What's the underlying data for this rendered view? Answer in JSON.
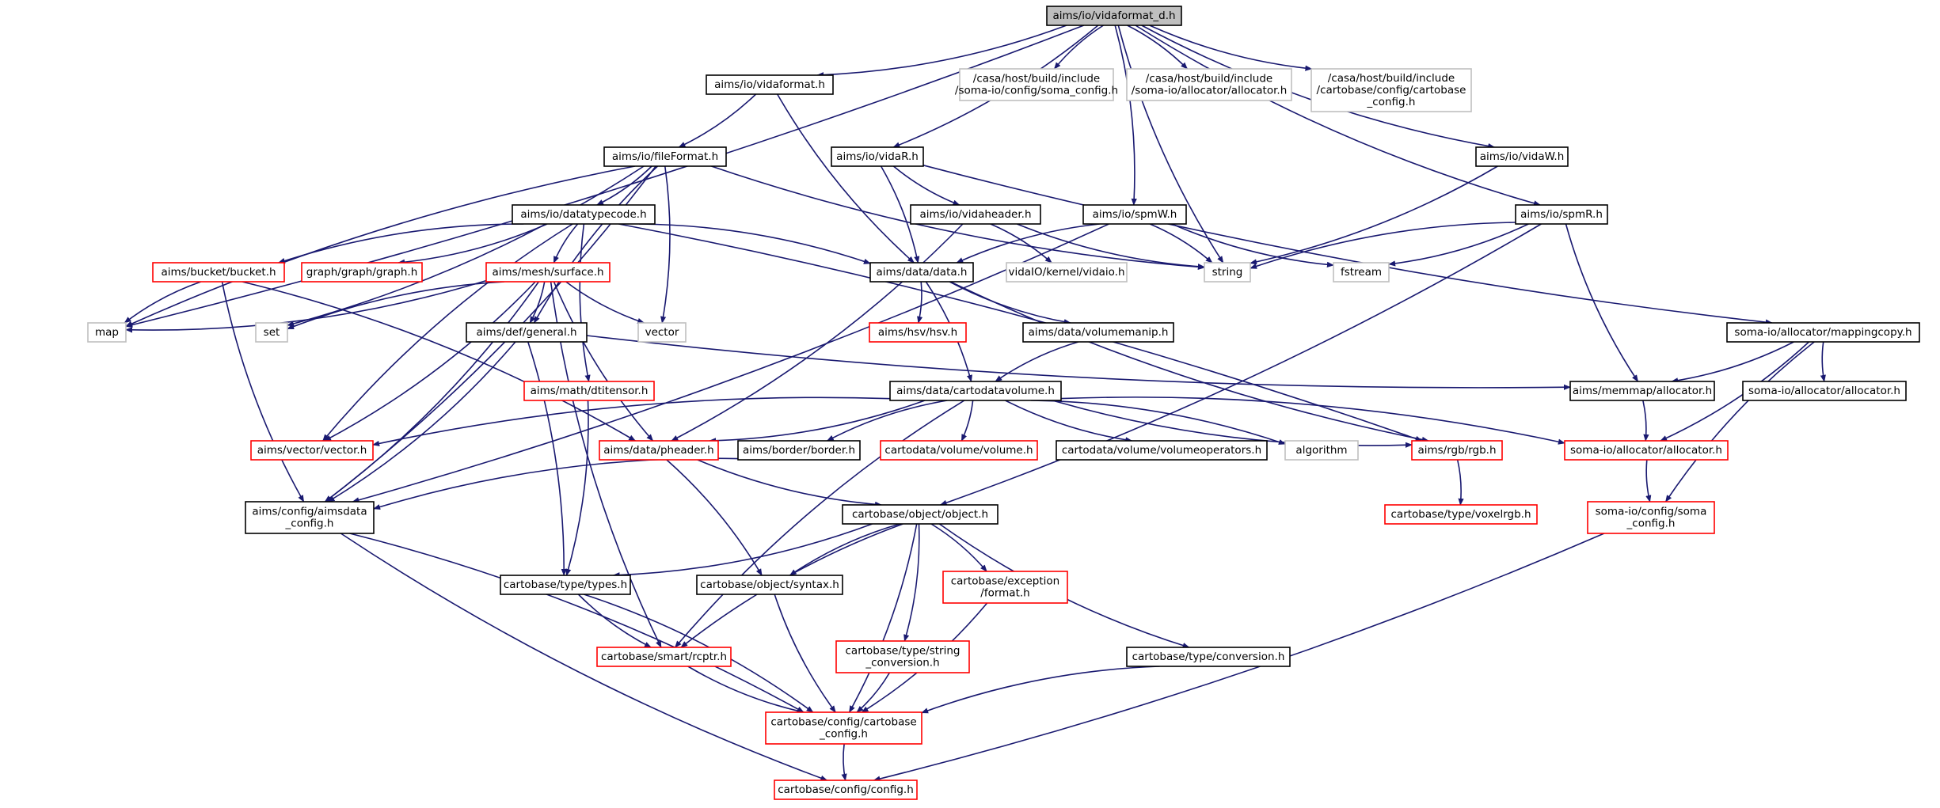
{
  "colors": {
    "edge": "#191970",
    "border_normal": "#000000",
    "border_missing": "#bfbfbf",
    "border_truncated": "#ff0000",
    "root_fill": "#bfbfbf",
    "fill": "#ffffff"
  },
  "nodes": [
    {
      "id": "root",
      "lines": [
        "aims/io/vidaformat_d.h"
      ],
      "kind": "root"
    },
    {
      "id": "vidaformat",
      "lines": [
        "aims/io/vidaformat.h"
      ],
      "kind": "normal"
    },
    {
      "id": "soma_config_host",
      "lines": [
        "/casa/host/build/include",
        "/soma-io/config/soma_config.h"
      ],
      "kind": "missing"
    },
    {
      "id": "allocator_host",
      "lines": [
        "/casa/host/build/include",
        "/soma-io/allocator/allocator.h"
      ],
      "kind": "missing"
    },
    {
      "id": "cartobase_config_host",
      "lines": [
        "/casa/host/build/include",
        "/cartobase/config/cartobase",
        "_config.h"
      ],
      "kind": "missing"
    },
    {
      "id": "fileformat",
      "lines": [
        "aims/io/fileFormat.h"
      ],
      "kind": "normal"
    },
    {
      "id": "vidar",
      "lines": [
        "aims/io/vidaR.h"
      ],
      "kind": "normal"
    },
    {
      "id": "vidaw",
      "lines": [
        "aims/io/vidaW.h"
      ],
      "kind": "normal"
    },
    {
      "id": "datatypecode",
      "lines": [
        "aims/io/datatypecode.h"
      ],
      "kind": "normal"
    },
    {
      "id": "vidaheader",
      "lines": [
        "aims/io/vidaheader.h"
      ],
      "kind": "normal"
    },
    {
      "id": "spmw",
      "lines": [
        "aims/io/spmW.h"
      ],
      "kind": "normal"
    },
    {
      "id": "spmr",
      "lines": [
        "aims/io/spmR.h"
      ],
      "kind": "normal"
    },
    {
      "id": "bucket",
      "lines": [
        "aims/bucket/bucket.h"
      ],
      "kind": "truncated"
    },
    {
      "id": "graph",
      "lines": [
        "graph/graph/graph.h"
      ],
      "kind": "truncated"
    },
    {
      "id": "surface",
      "lines": [
        "aims/mesh/surface.h"
      ],
      "kind": "truncated"
    },
    {
      "id": "data",
      "lines": [
        "aims/data/data.h"
      ],
      "kind": "normal"
    },
    {
      "id": "vidaio",
      "lines": [
        "vidaIO/kernel/vidaio.h"
      ],
      "kind": "missing"
    },
    {
      "id": "string",
      "lines": [
        "string"
      ],
      "kind": "missing"
    },
    {
      "id": "fstream",
      "lines": [
        "fstream"
      ],
      "kind": "missing"
    },
    {
      "id": "map",
      "lines": [
        "map"
      ],
      "kind": "missing"
    },
    {
      "id": "set",
      "lines": [
        "set"
      ],
      "kind": "missing"
    },
    {
      "id": "general",
      "lines": [
        "aims/def/general.h"
      ],
      "kind": "normal"
    },
    {
      "id": "vector",
      "lines": [
        "vector"
      ],
      "kind": "missing"
    },
    {
      "id": "hsv",
      "lines": [
        "aims/hsv/hsv.h"
      ],
      "kind": "truncated"
    },
    {
      "id": "volumemanip",
      "lines": [
        "aims/data/volumemanip.h"
      ],
      "kind": "normal"
    },
    {
      "id": "mappingcopy",
      "lines": [
        "soma-io/allocator/mappingcopy.h"
      ],
      "kind": "normal"
    },
    {
      "id": "dtitensor",
      "lines": [
        "aims/math/dtitensor.h"
      ],
      "kind": "truncated"
    },
    {
      "id": "cartodatavolume",
      "lines": [
        "aims/data/cartodatavolume.h"
      ],
      "kind": "normal"
    },
    {
      "id": "memmap_allocator",
      "lines": [
        "aims/memmap/allocator.h"
      ],
      "kind": "normal"
    },
    {
      "id": "somaio_allocator_plain",
      "lines": [
        "soma-io/allocator/allocator.h"
      ],
      "kind": "normal"
    },
    {
      "id": "vectorh",
      "lines": [
        "aims/vector/vector.h"
      ],
      "kind": "truncated"
    },
    {
      "id": "pheader",
      "lines": [
        "aims/data/pheader.h"
      ],
      "kind": "truncated"
    },
    {
      "id": "border",
      "lines": [
        "aims/border/border.h"
      ],
      "kind": "normal"
    },
    {
      "id": "cvolume",
      "lines": [
        "cartodata/volume/volume.h"
      ],
      "kind": "truncated"
    },
    {
      "id": "volumeoperators",
      "lines": [
        "cartodata/volume/volumeoperators.h"
      ],
      "kind": "normal"
    },
    {
      "id": "algorithm",
      "lines": [
        "algorithm"
      ],
      "kind": "missing"
    },
    {
      "id": "rgb",
      "lines": [
        "aims/rgb/rgb.h"
      ],
      "kind": "truncated"
    },
    {
      "id": "somaio_allocator",
      "lines": [
        "soma-io/allocator/allocator.h"
      ],
      "kind": "truncated"
    },
    {
      "id": "aimsdata_config",
      "lines": [
        "aims/config/aimsdata",
        "_config.h"
      ],
      "kind": "normal"
    },
    {
      "id": "object",
      "lines": [
        "cartobase/object/object.h"
      ],
      "kind": "normal"
    },
    {
      "id": "voxelrgb",
      "lines": [
        "cartobase/type/voxelrgb.h"
      ],
      "kind": "truncated"
    },
    {
      "id": "soma_config",
      "lines": [
        "soma-io/config/soma",
        "_config.h"
      ],
      "kind": "truncated"
    },
    {
      "id": "types",
      "lines": [
        "cartobase/type/types.h"
      ],
      "kind": "normal"
    },
    {
      "id": "syntax",
      "lines": [
        "cartobase/object/syntax.h"
      ],
      "kind": "normal"
    },
    {
      "id": "exception_format",
      "lines": [
        "cartobase/exception",
        "/format.h"
      ],
      "kind": "truncated"
    },
    {
      "id": "rcptr",
      "lines": [
        "cartobase/smart/rcptr.h"
      ],
      "kind": "truncated"
    },
    {
      "id": "string_conversion",
      "lines": [
        "cartobase/type/string",
        "_conversion.h"
      ],
      "kind": "truncated"
    },
    {
      "id": "conversion",
      "lines": [
        "cartobase/type/conversion.h"
      ],
      "kind": "normal"
    },
    {
      "id": "cartobase_config",
      "lines": [
        "cartobase/config/cartobase",
        "_config.h"
      ],
      "kind": "truncated"
    },
    {
      "id": "config",
      "lines": [
        "cartobase/config/config.h"
      ],
      "kind": "truncated"
    }
  ],
  "edges": [
    [
      "root",
      "vidaformat"
    ],
    [
      "root",
      "soma_config_host"
    ],
    [
      "root",
      "allocator_host"
    ],
    [
      "root",
      "cartobase_config_host"
    ],
    [
      "root",
      "vidar"
    ],
    [
      "root",
      "vidaw"
    ],
    [
      "root",
      "spmw"
    ],
    [
      "root",
      "spmr"
    ],
    [
      "root",
      "map"
    ],
    [
      "root",
      "string"
    ],
    [
      "vidaformat",
      "fileformat"
    ],
    [
      "vidaformat",
      "data"
    ],
    [
      "fileformat",
      "datatypecode"
    ],
    [
      "fileformat",
      "map"
    ],
    [
      "fileformat",
      "set"
    ],
    [
      "fileformat",
      "string"
    ],
    [
      "fileformat",
      "vector"
    ],
    [
      "fileformat",
      "general"
    ],
    [
      "fileformat",
      "aimsdata_config"
    ],
    [
      "vidar",
      "vidaheader"
    ],
    [
      "vidar",
      "data"
    ],
    [
      "vidar",
      "mappingcopy"
    ],
    [
      "vidaw",
      "string"
    ],
    [
      "datatypecode",
      "bucket"
    ],
    [
      "datatypecode",
      "graph"
    ],
    [
      "datatypecode",
      "surface"
    ],
    [
      "datatypecode",
      "data"
    ],
    [
      "datatypecode",
      "dtitensor"
    ],
    [
      "datatypecode",
      "rgb"
    ],
    [
      "datatypecode",
      "vectorh"
    ],
    [
      "vidaheader",
      "vidaio"
    ],
    [
      "vidaheader",
      "string"
    ],
    [
      "vidaheader",
      "pheader"
    ],
    [
      "spmw",
      "data"
    ],
    [
      "spmw",
      "string"
    ],
    [
      "spmw",
      "fstream"
    ],
    [
      "spmw",
      "aimsdata_config"
    ],
    [
      "spmr",
      "string"
    ],
    [
      "spmr",
      "fstream"
    ],
    [
      "spmr",
      "memmap_allocator"
    ],
    [
      "spmr",
      "object"
    ],
    [
      "bucket",
      "map"
    ],
    [
      "bucket",
      "pheader"
    ],
    [
      "bucket",
      "aimsdata_config"
    ],
    [
      "surface",
      "map"
    ],
    [
      "surface",
      "set"
    ],
    [
      "surface",
      "general"
    ],
    [
      "surface",
      "vector"
    ],
    [
      "surface",
      "vectorh"
    ],
    [
      "surface",
      "pheader"
    ],
    [
      "surface",
      "aimsdata_config"
    ],
    [
      "surface",
      "rcptr"
    ],
    [
      "data",
      "hsv"
    ],
    [
      "data",
      "volumemanip"
    ],
    [
      "data",
      "cartodatavolume"
    ],
    [
      "data",
      "rgb"
    ],
    [
      "general",
      "types"
    ],
    [
      "general",
      "memmap_allocator"
    ],
    [
      "general",
      "aimsdata_config"
    ],
    [
      "volumemanip",
      "cartodatavolume"
    ],
    [
      "mappingcopy",
      "memmap_allocator"
    ],
    [
      "mappingcopy",
      "somaio_allocator_plain"
    ],
    [
      "mappingcopy",
      "somaio_allocator"
    ],
    [
      "mappingcopy",
      "soma_config"
    ],
    [
      "dtitensor",
      "types"
    ],
    [
      "cartodatavolume",
      "vectorh"
    ],
    [
      "cartodatavolume",
      "pheader"
    ],
    [
      "cartodatavolume",
      "border"
    ],
    [
      "cartodatavolume",
      "cvolume"
    ],
    [
      "cartodatavolume",
      "volumeoperators"
    ],
    [
      "cartodatavolume",
      "algorithm"
    ],
    [
      "cartodatavolume",
      "rgb"
    ],
    [
      "cartodatavolume",
      "somaio_allocator"
    ],
    [
      "cartodatavolume",
      "rcptr"
    ],
    [
      "memmap_allocator",
      "somaio_allocator"
    ],
    [
      "pheader",
      "object"
    ],
    [
      "pheader",
      "syntax"
    ],
    [
      "border",
      "aimsdata_config"
    ],
    [
      "rgb",
      "voxelrgb"
    ],
    [
      "somaio_allocator",
      "soma_config"
    ],
    [
      "aimsdata_config",
      "cartobase_config"
    ],
    [
      "aimsdata_config",
      "config"
    ],
    [
      "object",
      "types"
    ],
    [
      "object",
      "syntax"
    ],
    [
      "object",
      "exception_format"
    ],
    [
      "object",
      "rcptr"
    ],
    [
      "object",
      "string_conversion"
    ],
    [
      "object",
      "conversion"
    ],
    [
      "object",
      "cartobase_config"
    ],
    [
      "types",
      "rcptr"
    ],
    [
      "types",
      "cartobase_config"
    ],
    [
      "syntax",
      "cartobase_config"
    ],
    [
      "exception_format",
      "cartobase_config"
    ],
    [
      "rcptr",
      "cartobase_config"
    ],
    [
      "string_conversion",
      "cartobase_config"
    ],
    [
      "conversion",
      "cartobase_config"
    ],
    [
      "soma_config",
      "config"
    ],
    [
      "cartobase_config",
      "config"
    ]
  ]
}
